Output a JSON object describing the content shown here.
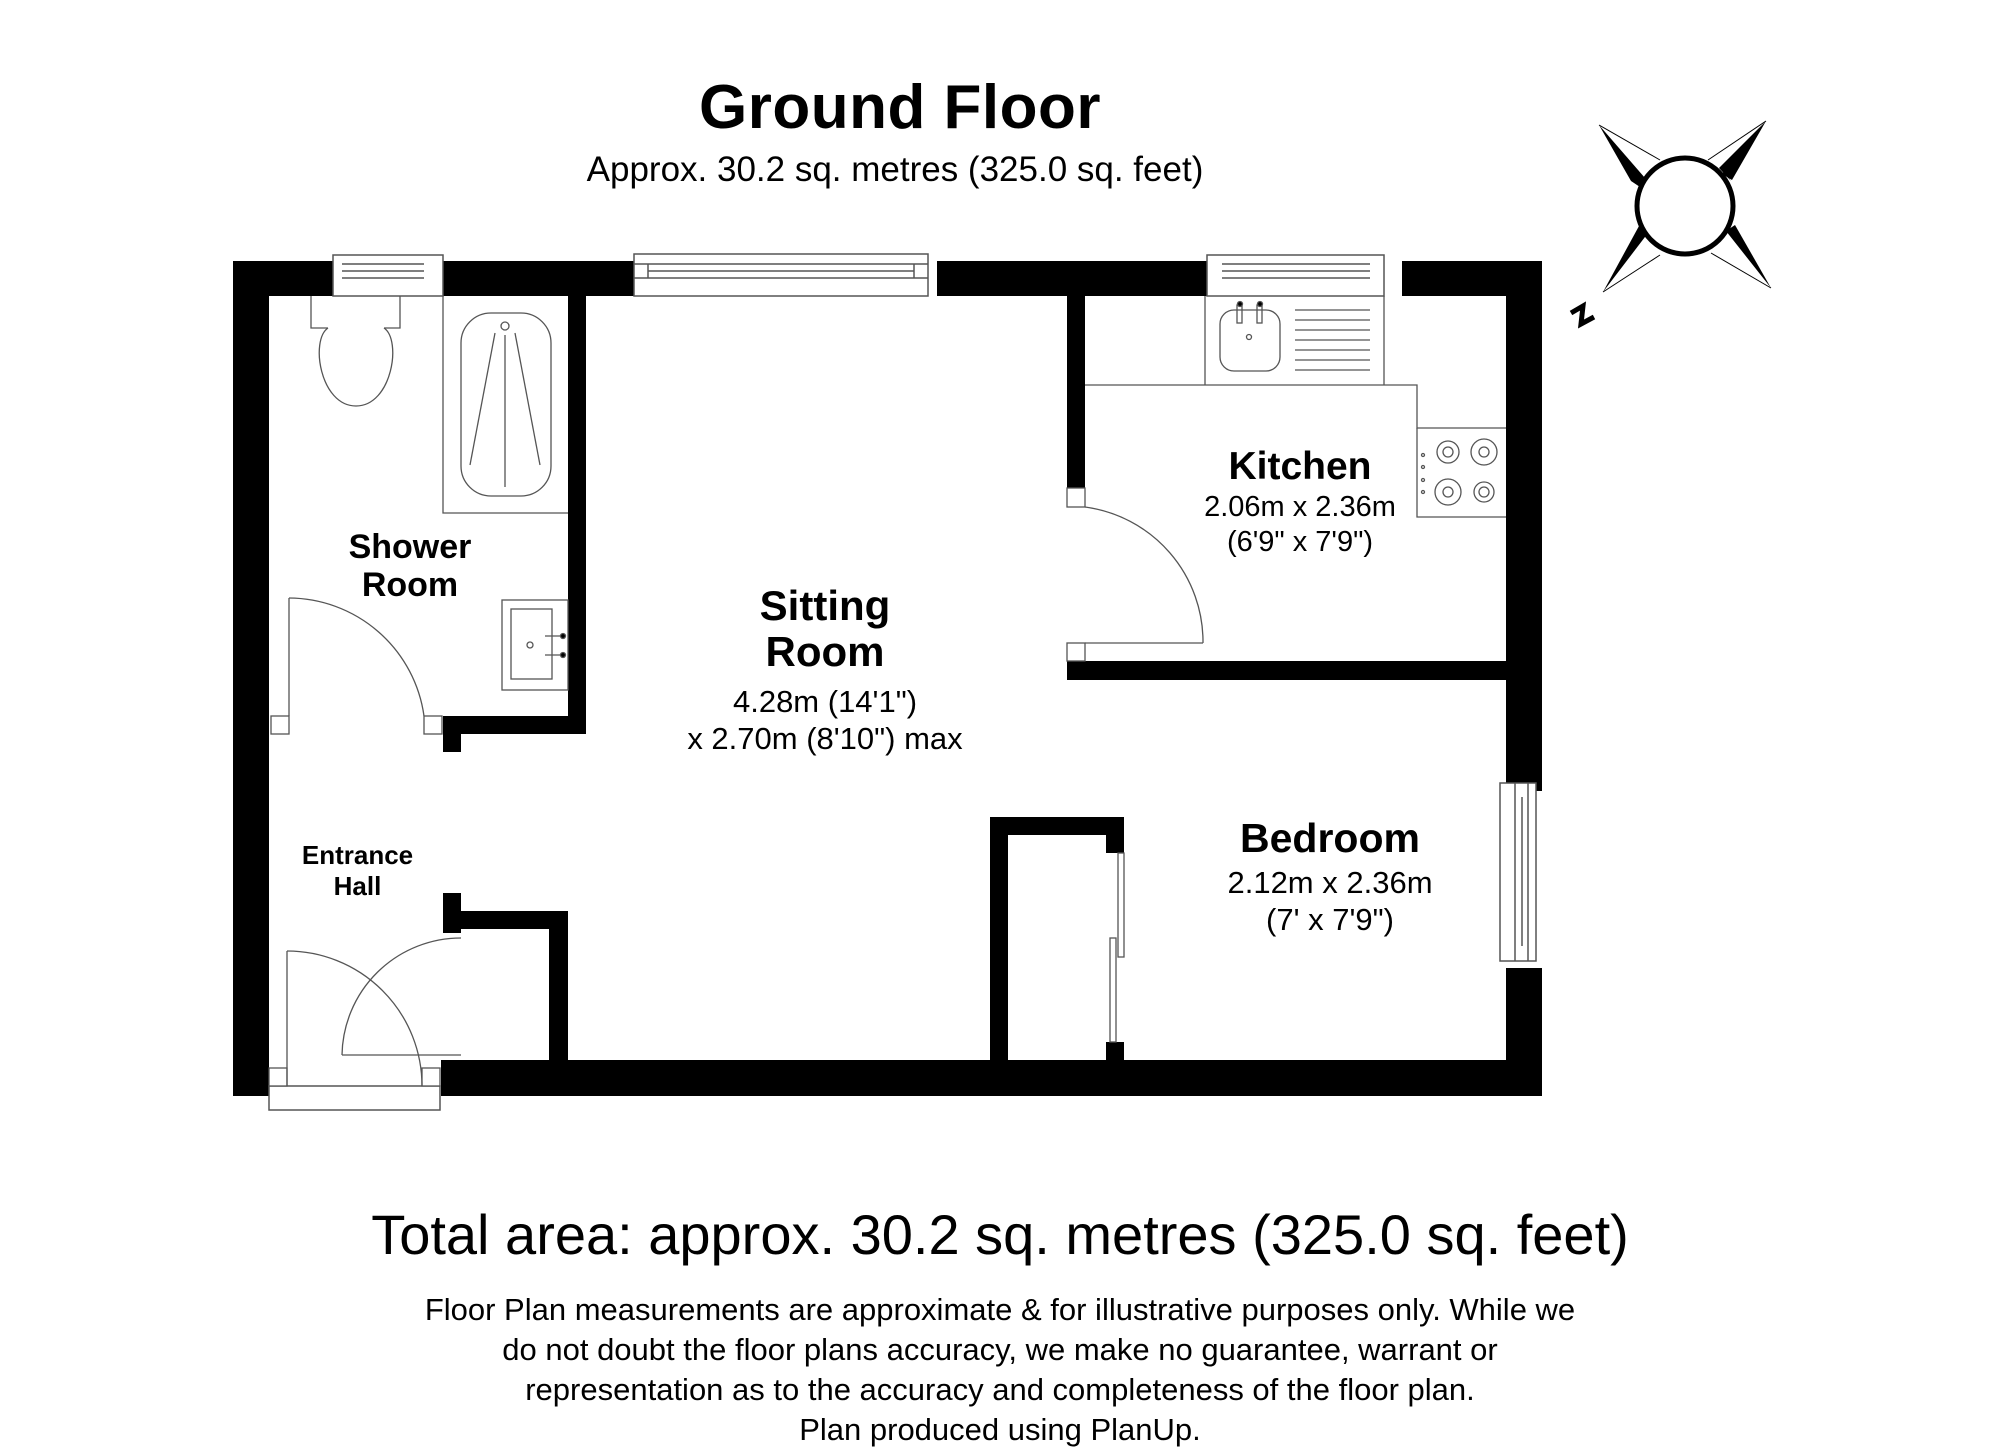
{
  "header": {
    "title": "Ground Floor",
    "subtitle": "Approx. 30.2 sq. metres (325.0 sq. feet)"
  },
  "compass": {
    "icon": "north-compass-icon",
    "north_label": "N"
  },
  "rooms": {
    "shower_room": {
      "name_line1": "Shower",
      "name_line2": "Room"
    },
    "entrance_hall": {
      "name_line1": "Entrance",
      "name_line2": "Hall"
    },
    "sitting_room": {
      "name_line1": "Sitting",
      "name_line2": "Room",
      "dim_line1": "4.28m (14'1\")",
      "dim_line2": "x 2.70m (8'10\") max"
    },
    "kitchen": {
      "name": "Kitchen",
      "dim_line1": "2.06m x 2.36m",
      "dim_line2": "(6'9\" x 7'9\")"
    },
    "bedroom": {
      "name": "Bedroom",
      "dim_line1": "2.12m x 2.36m",
      "dim_line2": "(7' x 7'9\")"
    }
  },
  "fixtures": [
    "toilet-icon",
    "bath-shower-icon",
    "washbasin-icon",
    "kitchen-sink-icon",
    "hob-icon",
    "door-swing-icon",
    "window-icon"
  ],
  "footer": {
    "total_area": "Total area: approx. 30.2 sq. metres (325.0 sq. feet)",
    "disclaimer_line1": "Floor Plan measurements are approximate & for illustrative purposes only. While we",
    "disclaimer_line2": "do not doubt the floor plans accuracy, we make no guarantee, warrant or",
    "disclaimer_line3": "representation as to the accuracy and completeness of the floor plan.",
    "disclaimer_line4": "Plan produced using PlanUp."
  },
  "colors": {
    "wall": "#000000",
    "fixture_line": "#555555",
    "background": "#ffffff"
  }
}
